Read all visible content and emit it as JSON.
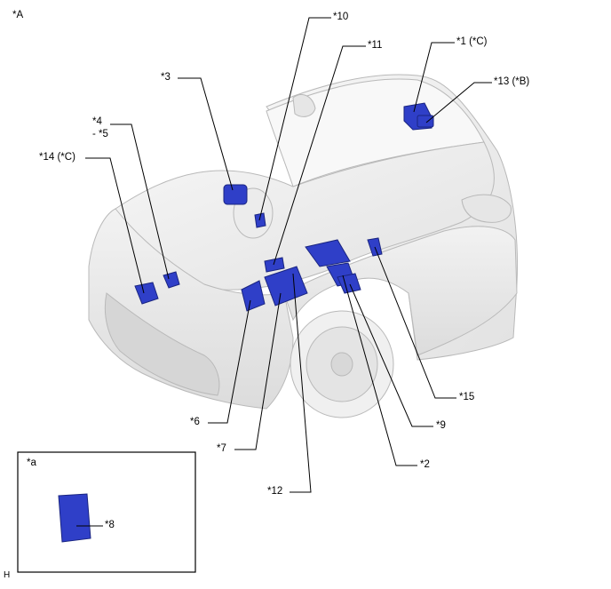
{
  "diagram": {
    "view_label": "*A",
    "inset_label": "*a",
    "corner_mark": "H",
    "callouts": {
      "c1": "*1 (*C)",
      "c2": "*2",
      "c3": "*3",
      "c4": "*4",
      "c5": "- *5",
      "c6": "*6",
      "c7": "*7",
      "c8": "*8",
      "c9": "*9",
      "c10": "*10",
      "c11": "*11",
      "c12": "*12",
      "c13": "*13 (*B)",
      "c14": "*14 (*C)",
      "c15": "*15"
    }
  },
  "colors": {
    "part_fill": "#2f3fc8",
    "part_dark": "#1a2580",
    "car_body": "#ececec",
    "car_line": "#b9b9b9",
    "leader": "#000000"
  }
}
